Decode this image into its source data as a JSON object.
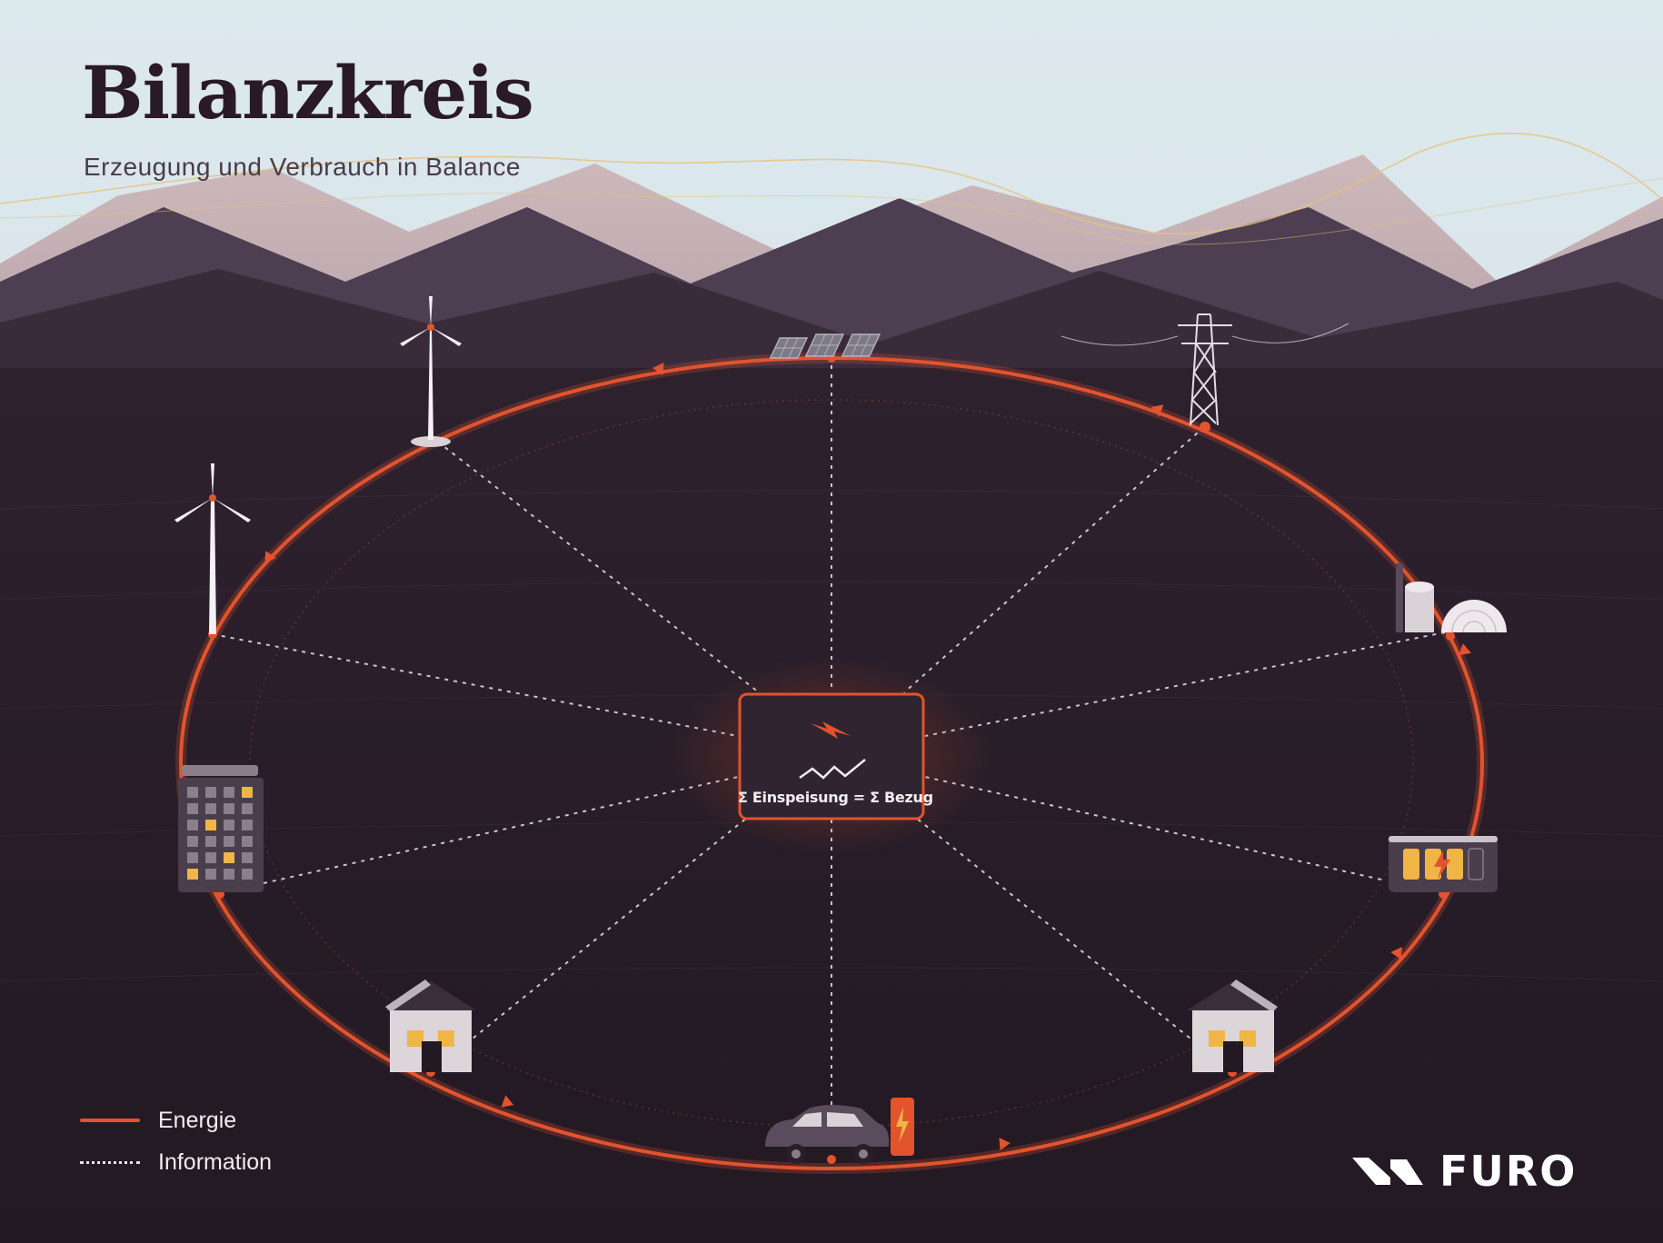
{
  "title": "Bilanzkreis",
  "subtitle": "Erzeugung und Verbrauch in Balance",
  "central_node": {
    "label": "Σ Einspeisung = Σ Bezug"
  },
  "nodes": [
    {
      "name": "solar-panels"
    },
    {
      "name": "power-pylon"
    },
    {
      "name": "power-plant"
    },
    {
      "name": "battery-storage"
    },
    {
      "name": "house"
    },
    {
      "name": "ev-charging"
    },
    {
      "name": "house"
    },
    {
      "name": "office-building"
    },
    {
      "name": "wind-turbine"
    },
    {
      "name": "wind-turbine"
    }
  ],
  "legend": {
    "energy_label": "Energie",
    "information_label": "Information"
  },
  "colors": {
    "energy": "#e2532e",
    "information": "#e9e4ea",
    "background": "#2a1f29",
    "sky": "#dae8ec",
    "accent_yellow": "#f0b545"
  },
  "logo": {
    "text": "FURO"
  }
}
